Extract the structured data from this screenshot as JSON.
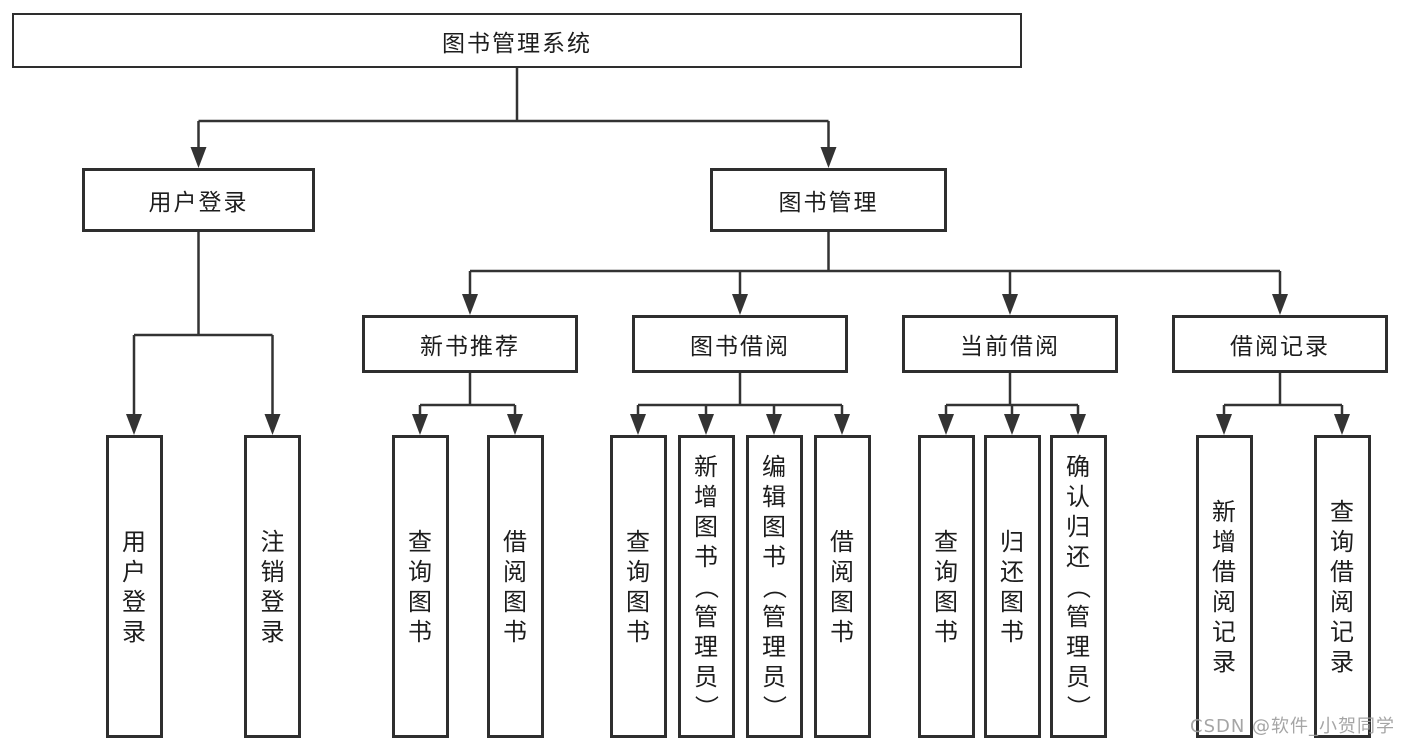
{
  "tree": {
    "label": "图书管理系统",
    "children": [
      {
        "label": "用户登录",
        "children": [
          {
            "label": "用户登录"
          },
          {
            "label": "注销登录"
          }
        ]
      },
      {
        "label": "图书管理",
        "children": [
          {
            "label": "新书推荐",
            "children": [
              {
                "label": "查询图书"
              },
              {
                "label": "借阅图书"
              }
            ]
          },
          {
            "label": "图书借阅",
            "children": [
              {
                "label": "查询图书"
              },
              {
                "label": "新增图书（管理员）"
              },
              {
                "label": "编辑图书（管理员）"
              },
              {
                "label": "借阅图书"
              }
            ]
          },
          {
            "label": "当前借阅",
            "children": [
              {
                "label": "查询图书"
              },
              {
                "label": "归还图书"
              },
              {
                "label": "确认归还（管理员）"
              }
            ]
          },
          {
            "label": "借阅记录",
            "children": [
              {
                "label": "新增借阅记录"
              },
              {
                "label": "查询借阅记录"
              }
            ]
          }
        ]
      }
    ]
  },
  "watermark": {
    "text": "CSDN @软件_小贺同学"
  },
  "colors": {
    "line": "#333333",
    "border": "#2e2e2e",
    "text": "#1d1d1d",
    "watermark": "#9c9c9c",
    "background": "#ffffff"
  }
}
